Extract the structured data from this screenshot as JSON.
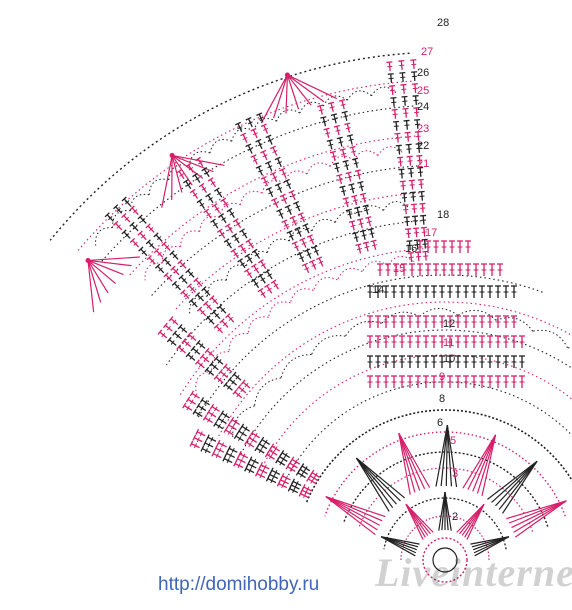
{
  "diagram": {
    "type": "crochet-doily-chart",
    "colors": {
      "ink": "#222222",
      "accent": "#d61f6a",
      "background": "#ffffff",
      "url": "#3f66b8"
    },
    "round_labels": [
      "28",
      "27",
      "26",
      "25",
      "24",
      "23",
      "22",
      "21",
      "18",
      "17",
      "16",
      "15",
      "14",
      "12",
      "11",
      "10",
      "9",
      "8",
      "6",
      "5",
      "3",
      "2"
    ],
    "round_label_colors": [
      "ink",
      "accent",
      "ink",
      "accent",
      "ink",
      "accent",
      "ink",
      "accent",
      "ink",
      "accent",
      "ink",
      "accent",
      "ink",
      "ink",
      "accent",
      "ink",
      "accent",
      "ink",
      "ink",
      "accent",
      "accent",
      "ink"
    ]
  },
  "footer": {
    "url": "http://domihobby.ru",
    "watermark": "Liveinternet.ru"
  }
}
